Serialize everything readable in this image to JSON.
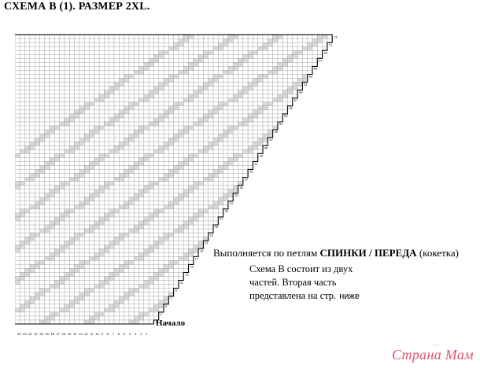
{
  "header": {
    "title": "СХЕМА В (1). РАЗМЕР 2XL."
  },
  "chart": {
    "start_label": "Начало",
    "cell_color": "#d9d9d9",
    "grid_color": "#9a9a9a",
    "ink_color": "#000000",
    "right_row_numbers": [
      "1",
      "3",
      "5",
      "7",
      "9",
      "11",
      "13",
      "15",
      "17",
      "19",
      "21",
      "23",
      "25",
      "27",
      "29",
      "31",
      "33",
      "35",
      "37",
      "39",
      "41",
      "43",
      "45",
      "47",
      "49",
      "51",
      "53",
      "55",
      "57",
      "59",
      "61",
      "63",
      "65",
      "67",
      "69",
      "71",
      "73"
    ],
    "bottom_stitch_numbers": [
      "24",
      "23",
      "22",
      "21",
      "20",
      "19",
      "18",
      "17",
      "16",
      "15",
      "14",
      "13",
      "12",
      "11",
      "10",
      "9",
      "8",
      "7",
      "6",
      "5",
      "4",
      "3",
      "2",
      "1"
    ]
  },
  "instructions": {
    "prefix": "Выполняется по петлям ",
    "emphasis": "СПИНКИ / ПЕРЕДА",
    "suffix": " (кокетка)"
  },
  "note": {
    "line1": "Схема В состоит из двух",
    "line2": "частей. Вторая часть",
    "line3": "представлена на стр.",
    "page_ref": "ниже"
  },
  "watermark": {
    "text": "Страна Мам",
    "dots": "∙:∙"
  }
}
